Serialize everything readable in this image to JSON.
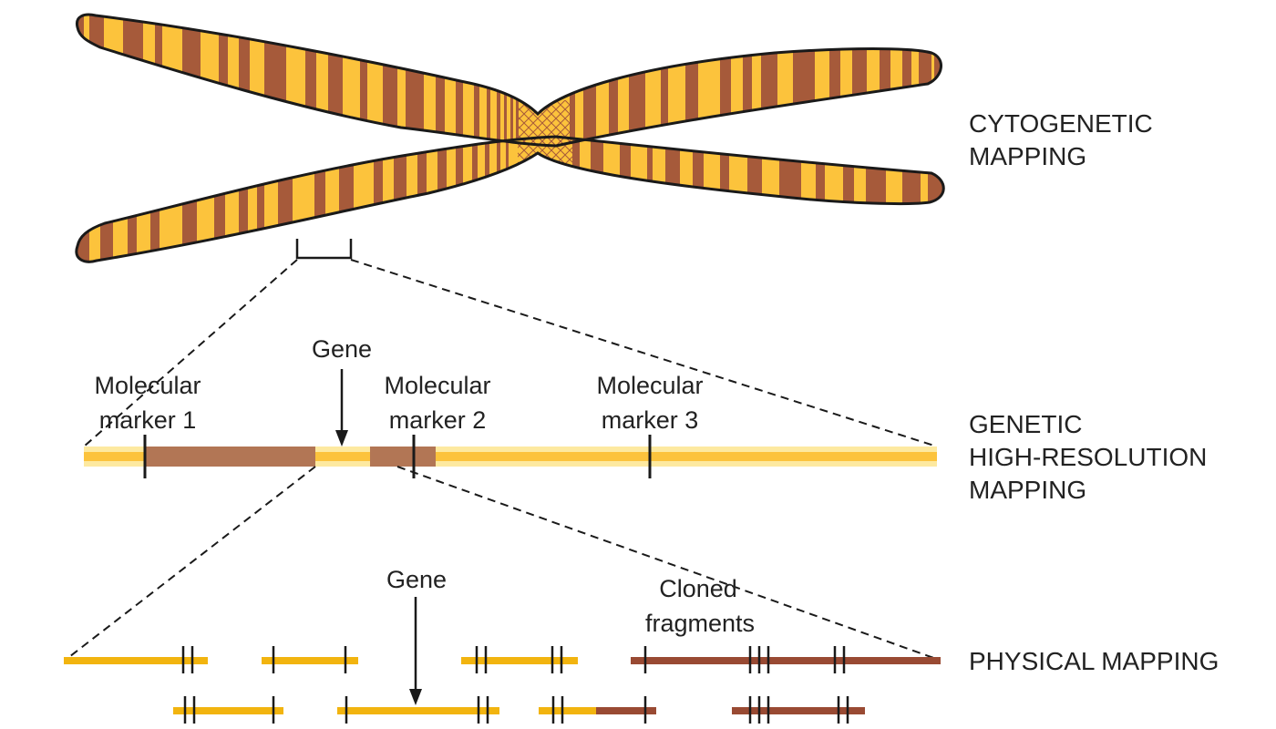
{
  "colors": {
    "band_light": "#fcc33c",
    "band_dark": "#a65a3a",
    "outline": "#1a1a1a",
    "line_light": "#fde9a0",
    "line_mid": "#fcc33c",
    "fragment_gold": "#f2b40f",
    "fragment_brown": "#994a33",
    "segment_brown": "#b27655"
  },
  "section_labels": {
    "cytogenetic": [
      "CYTOGENETIC",
      "MAPPING"
    ],
    "genetic": [
      "GENETIC",
      "HIGH-RESOLUTION",
      "MAPPING"
    ],
    "physical": [
      "PHYSICAL MAPPING"
    ]
  },
  "genetic_map": {
    "gene_label": "Gene",
    "markers": [
      {
        "label_line1": "Molecular",
        "label_line2": "marker 1"
      },
      {
        "label_line1": "Molecular",
        "label_line2": "marker 2"
      },
      {
        "label_line1": "Molecular",
        "label_line2": "marker 3"
      }
    ]
  },
  "physical_map": {
    "gene_label": "Gene",
    "cloned_label": [
      "Cloned",
      "fragments"
    ]
  }
}
